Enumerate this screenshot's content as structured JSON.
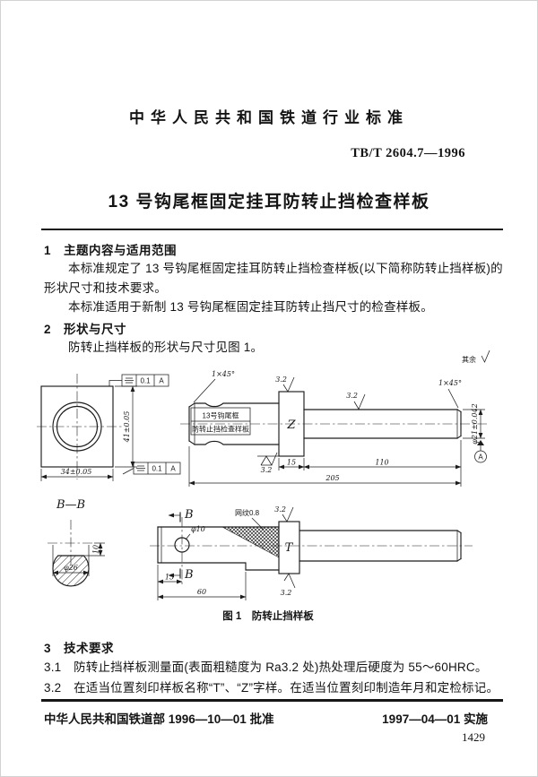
{
  "header": {
    "authority_line": "中华人民共和国铁道行业标准",
    "standard_no": "TB/T 2604.7—1996",
    "title": "13 号钩尾框固定挂耳防转止挡检查样板"
  },
  "section1": {
    "heading": "1　主题内容与适用范围",
    "para1": "本标准规定了 13 号钩尾框固定挂耳防转止挡检查样板(以下简称防转止挡样板)的形状尺寸和技术要求。",
    "para2": "本标准适用于新制 13 号钩尾框固定挂耳防转止挡尺寸的检查样板。"
  },
  "section2": {
    "heading": "2　形状与尺寸",
    "para1": "防转止挡样板的形状与尺寸见图 1。"
  },
  "section3": {
    "heading": "3　技术要求",
    "item1": "3.1　防转止挡样板测量面(表面粗糙度为 Ra3.2 处)热处理后硬度为 55～60HRC。",
    "item2": "3.2　在适当位置刻印样板名称“T”、“Z”字样。在适当位置刻印制造年月和定检标记。"
  },
  "figure": {
    "caption": "图 1　防转止挡样板",
    "rest_note": "其余",
    "front": {
      "dim_h": "41±0.05",
      "dim_w": "34±0.05",
      "tol": "0.1",
      "datum": "A"
    },
    "side": {
      "chamfer": "1×45°",
      "label1": "13号钩尾框",
      "label2": "防转止挡检查样板",
      "letter": "Z",
      "rough": "3.2",
      "d15": "15",
      "d110": "110",
      "d205": "205",
      "dia": "φ21±0.042",
      "datum": "A"
    },
    "bb": {
      "title": "B—B",
      "dia": "φ26",
      "d10": "10"
    },
    "plan": {
      "hole": "φ10",
      "knurl": "网纹0.8",
      "letter": "T",
      "mark": "B",
      "rough": "3.2",
      "d15": "15",
      "d60": "60"
    }
  },
  "footer": {
    "approved": "中华人民共和国铁道部 1996—10—01 批准",
    "implemented": "1997—04—01 实施",
    "page_number": "1429"
  }
}
